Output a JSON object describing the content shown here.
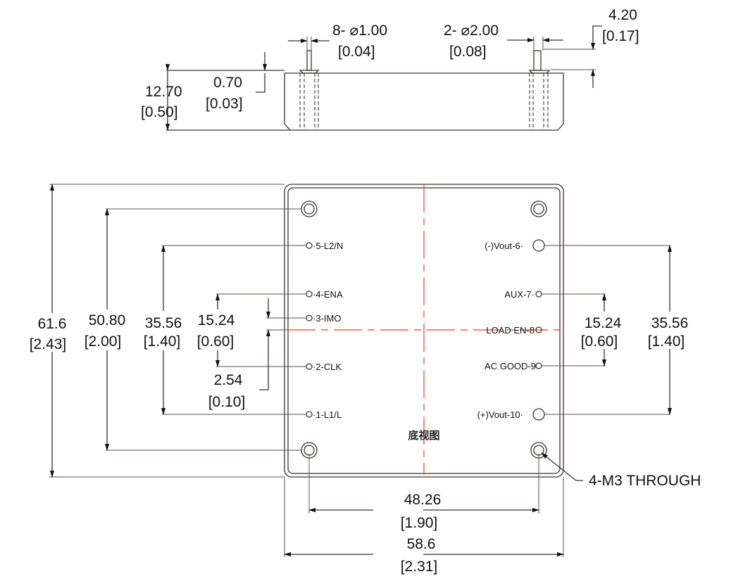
{
  "drawing": {
    "view_title": "底视图",
    "side_view": {
      "pin_small": {
        "value": "8- ⌀1.00",
        "inch": "[0.04]"
      },
      "pin_large": {
        "value": "2- ⌀2.00",
        "inch": "[0.08]"
      },
      "height": {
        "value": "12.70",
        "inch": "[0.50]"
      },
      "standoff": {
        "value": "0.70",
        "inch": "[0.03]"
      },
      "pin_length": {
        "value": "4.20",
        "inch": "[0.17]"
      }
    },
    "bottom_view": {
      "overall_height": {
        "value": "61.6",
        "inch": "[2.43]"
      },
      "hole_pitch_vertical": {
        "value": "50.80",
        "inch": "[2.00]"
      },
      "left_pin_span": {
        "value": "35.56",
        "inch": "[1.40]"
      },
      "left_pin_inner": {
        "value": "15.24",
        "inch": "[0.60]"
      },
      "offset": {
        "value": "2.54",
        "inch": "[0.10]"
      },
      "right_pin_inner": {
        "value": "15.24",
        "inch": "[0.60]"
      },
      "right_pin_span": {
        "value": "35.56",
        "inch": "[1.40]"
      },
      "hole_pitch_horizontal": {
        "value": "48.26",
        "inch": "[1.90]"
      },
      "overall_width": {
        "value": "58.6",
        "inch": "[2.31]"
      },
      "mount_note": "4-M3 THROUGH"
    },
    "pins_left": [
      "·5-L2/N",
      "·4-ENA",
      "·3-IMO",
      "·2-CLK",
      "·1-L1/L"
    ],
    "pins_right": [
      "(-)Vout-6·",
      "AUX-7·",
      "LOAD EN-8",
      "AC GOOD-9",
      "(+)Vout-10·"
    ],
    "colors": {
      "line": "#3a3330",
      "centerline": "#e8412a"
    }
  }
}
